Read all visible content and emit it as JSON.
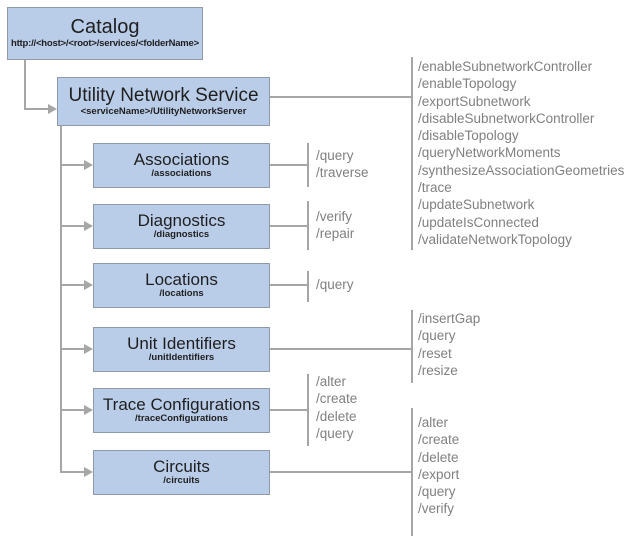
{
  "colors": {
    "box_fill": "#b9cce8",
    "box_border": "#909aa7",
    "line": "#a6a6a6",
    "endpoint_text": "#808080",
    "title_text": "#1f1f1f"
  },
  "nodes": {
    "catalog": {
      "title": "Catalog",
      "subtitle": "http://<host>/<root>/services/<folderName>"
    },
    "service": {
      "title": "Utility Network Service",
      "subtitle": "<serviceName>/UtilityNetworkServer",
      "endpoints": [
        "/enableSubnetworkController",
        "/enableTopology",
        "/exportSubnetwork",
        "/disableSubnetworkController",
        "/disableTopology",
        "/queryNetworkMoments",
        "/synthesizeAssociationGeometries",
        "/trace",
        "/updateSubnetwork",
        "/updateIsConnected",
        "/validateNetworkTopology"
      ]
    },
    "children": [
      {
        "title": "Associations",
        "subtitle": "/associations",
        "endpoints": [
          "/query",
          "/traverse"
        ]
      },
      {
        "title": "Diagnostics",
        "subtitle": "/diagnostics",
        "endpoints": [
          "/verify",
          "/repair"
        ]
      },
      {
        "title": "Locations",
        "subtitle": "/locations",
        "endpoints": [
          "/query"
        ]
      },
      {
        "title": "Unit Identifiers",
        "subtitle": "/unitIdentifiers",
        "endpoints": [
          "/insertGap",
          "/query",
          "/reset",
          "/resize"
        ]
      },
      {
        "title": "Trace Configurations",
        "subtitle": "/traceConfigurations",
        "endpoints": [
          "/alter",
          "/create",
          "/delete",
          "/query"
        ]
      },
      {
        "title": "Circuits",
        "subtitle": "/circuits",
        "endpoints": [
          "/alter",
          "/create",
          "/delete",
          "/export",
          "/query",
          "/verify"
        ]
      }
    ]
  }
}
